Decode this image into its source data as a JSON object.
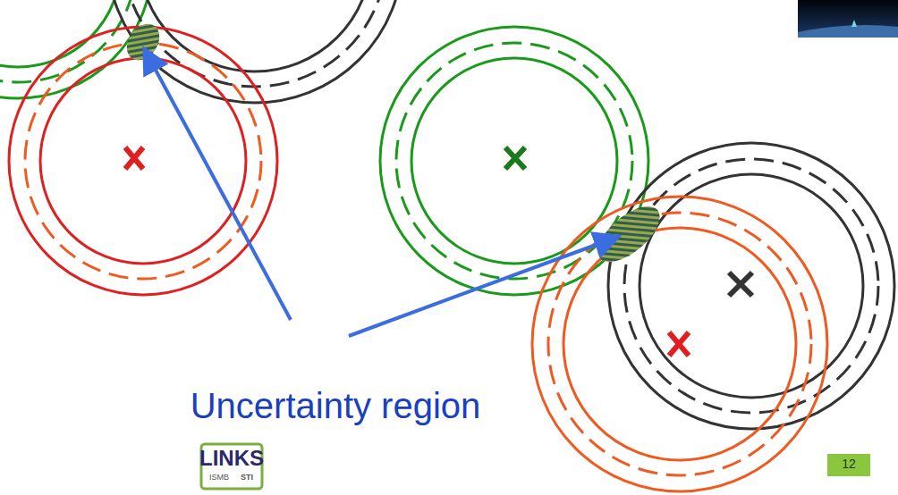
{
  "diagram": {
    "labels": [
      "Uncertainty region",
      "LINKS",
      "ISMB",
      "STI",
      "12"
    ]
  }
}
